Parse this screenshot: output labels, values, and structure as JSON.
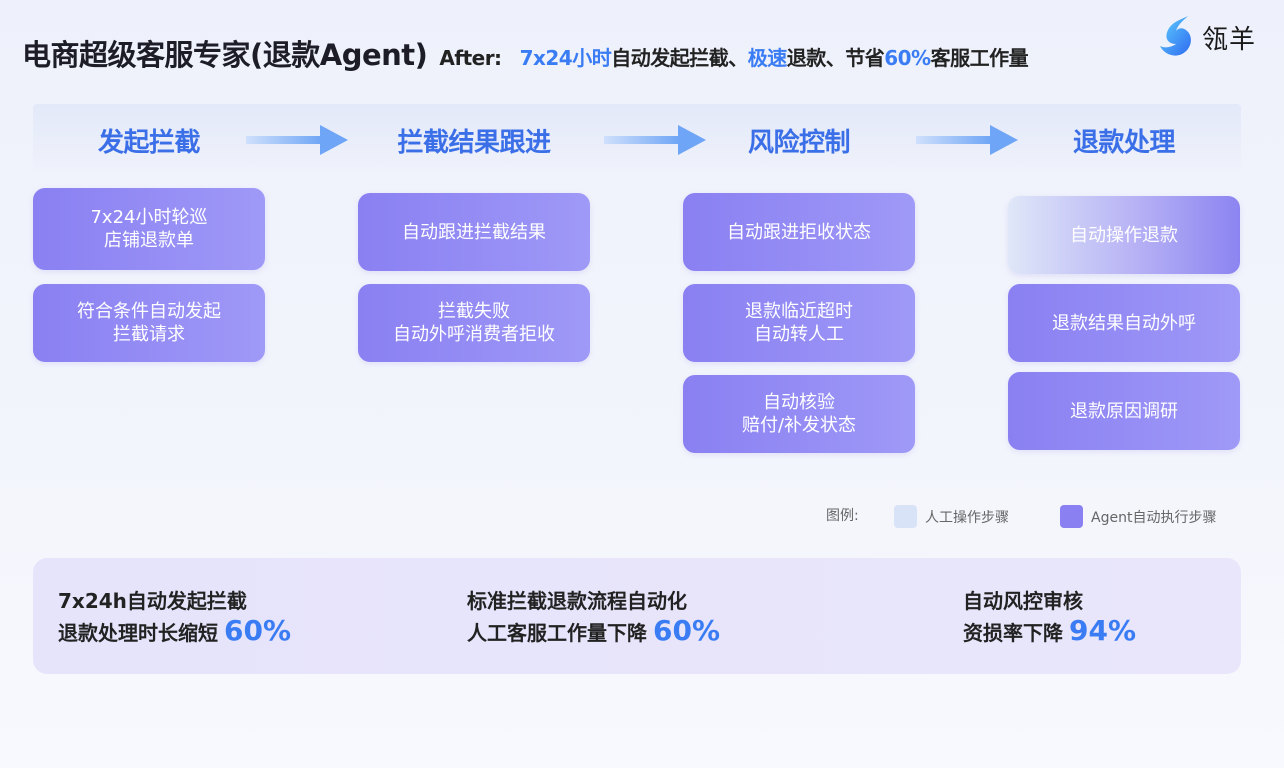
{
  "header": {
    "title": "电商超级客服专家(退款Agent)",
    "after_label": "After:",
    "after_parts": [
      "7x24小时",
      "自动发起拦截、",
      "极速",
      "退款、节省",
      "60%",
      "客服工作量"
    ]
  },
  "logo": {
    "text": "瓴羊"
  },
  "stages": [
    {
      "title": "发起拦截",
      "cards": [
        {
          "text": "7x24小时轮巡\n店铺退款单",
          "type": "agent"
        },
        {
          "text": "符合条件自动发起\n拦截请求",
          "type": "agent"
        }
      ]
    },
    {
      "title": "拦截结果跟进",
      "cards": [
        {
          "text": "自动跟进拦截结果",
          "type": "agent"
        },
        {
          "text": "拦截失败\n自动外呼消费者拒收",
          "type": "agent"
        }
      ]
    },
    {
      "title": "风险控制",
      "cards": [
        {
          "text": "自动跟进拒收状态",
          "type": "agent"
        },
        {
          "text": "退款临近超时\n自动转人工",
          "type": "agent"
        },
        {
          "text": "自动核验\n赔付/补发状态",
          "type": "agent"
        }
      ]
    },
    {
      "title": "退款处理",
      "cards": [
        {
          "text": "自动操作退款",
          "type": "manual"
        },
        {
          "text": "退款结果自动外呼",
          "type": "agent"
        },
        {
          "text": "退款原因调研",
          "type": "agent"
        }
      ]
    }
  ],
  "legend": {
    "label": "图例:",
    "manual": "人工操作步骤",
    "agent": "Agent自动执行步骤"
  },
  "summary": [
    {
      "line1": "7x24h自动发起拦截",
      "line2": "退款处理时长缩短",
      "pct": "60%"
    },
    {
      "line1": "标准拦截退款流程自动化",
      "line2": "人工客服工作量下降",
      "pct": "60%"
    },
    {
      "line1": "自动风控审核",
      "line2": "资损率下降",
      "pct": "94%"
    }
  ],
  "colors": {
    "accent_blue": "#3a7cf4",
    "stage_title": "#3b6fe8",
    "agent_card": "#8a80f2",
    "manual_card": "#dfe7f8"
  }
}
